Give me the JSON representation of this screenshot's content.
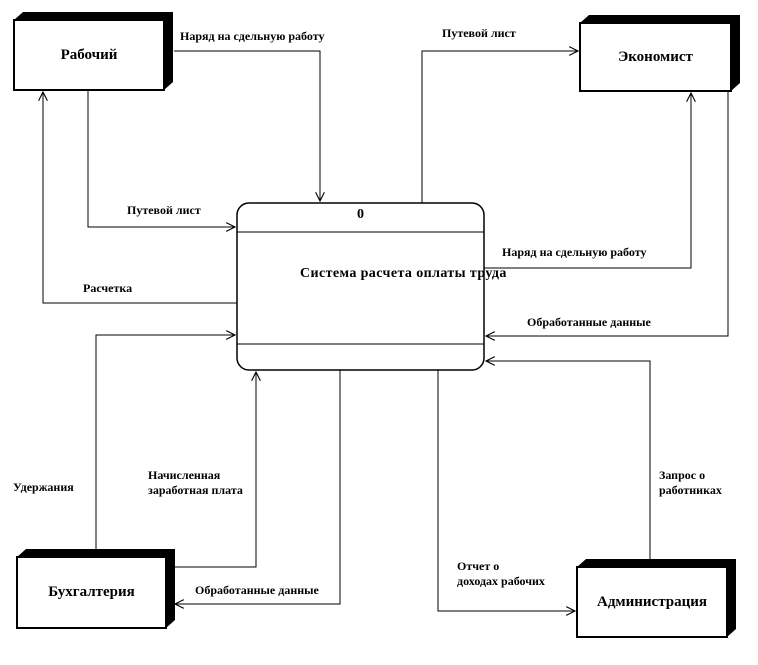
{
  "colors": {
    "background": "#ffffff",
    "line": "#000000",
    "box_fill": "#ffffff",
    "box_shadow": "#000000"
  },
  "process": {
    "number": "0",
    "name_line1": "Система расчета",
    "name_line2": "оплаты труда"
  },
  "entities": {
    "worker": "Рабочий",
    "economist": "Экономист",
    "accounting": "Бухгалтерия",
    "administration": "Администрация"
  },
  "flows": {
    "naryad_top": "Наряд на сдельную работу",
    "putevoy_top": "Путевой лист",
    "putevoy_left": "Путевой лист",
    "raschetka": "Расчетка",
    "naryad_right": "Наряд на сдельную работу",
    "obrabotannye_right": "Обработанные данные",
    "zapros_line1": "Запрос о",
    "zapros_line2": "работниках",
    "otchet_line1": "Отчет о",
    "otchet_line2": "доходах рабочих",
    "obrabotannye_bottom": "Обработанные данные",
    "nachislennaya_line1": "Начисленная",
    "nachislennaya_line2": "заработная плата",
    "uderzhaniya": "Удержания"
  }
}
